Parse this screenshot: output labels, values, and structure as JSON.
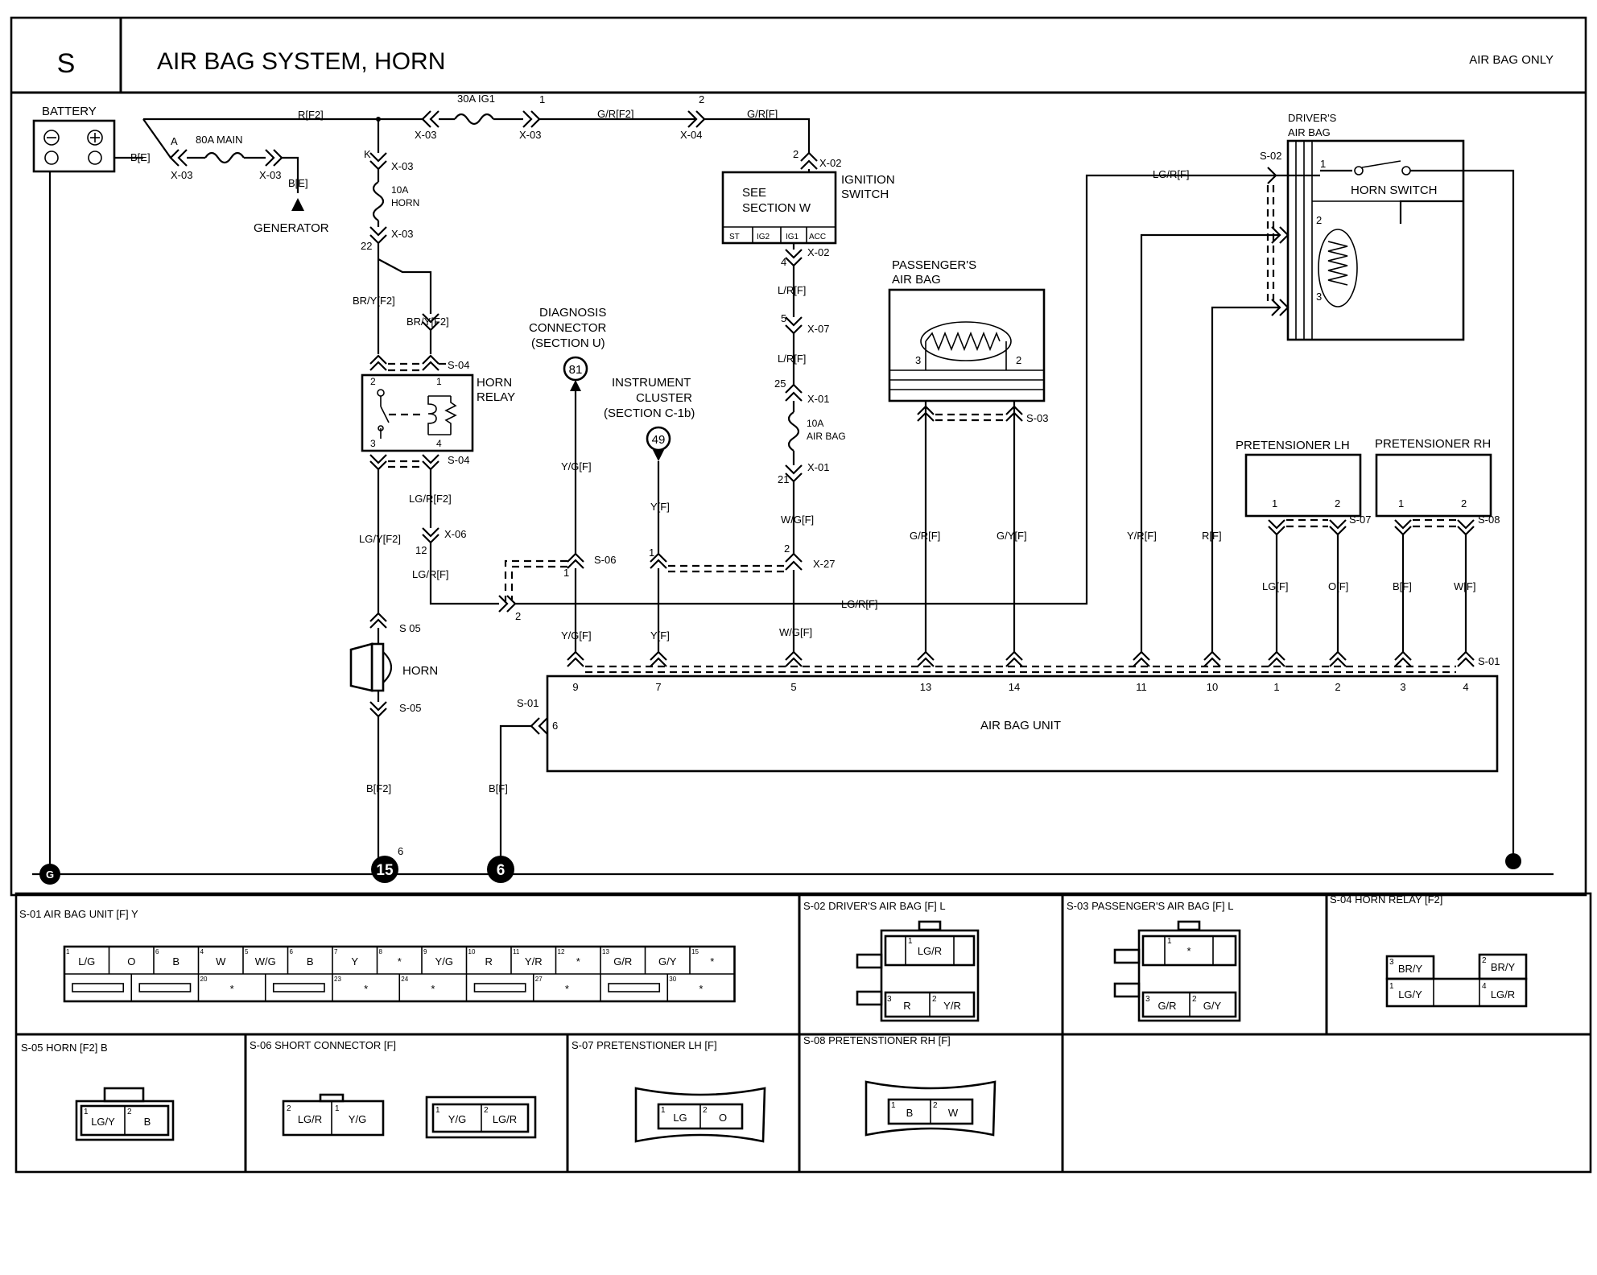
{
  "header": {
    "section_letter": "S",
    "title": "AIR BAG SYSTEM, HORN",
    "note": "AIR BAG ONLY"
  },
  "components": {
    "battery": "BATTERY",
    "generator": "GENERATOR",
    "main_fuse": "80A MAIN",
    "ig1_fuse": "30A IG1",
    "horn_fuse_amp": "10A",
    "horn_fuse_name": "HORN",
    "airbag_fuse_amp": "10A",
    "airbag_fuse_name": "AIR BAG",
    "ignition_switch_1": "IGNITION",
    "ignition_switch_2": "SWITCH",
    "see_section_1": "SEE",
    "see_section_2": "SECTION W",
    "ign_terminals": [
      "ST",
      "IG2",
      "IG1",
      "ACC"
    ],
    "horn_relay_1": "HORN",
    "horn_relay_2": "RELAY",
    "horn": "HORN",
    "diagnosis_1": "DIAGNOSIS",
    "diagnosis_2": "CONNECTOR",
    "diagnosis_3": "(SECTION U)",
    "diag_ref": "81",
    "cluster_1": "INSTRUMENT",
    "cluster_2": "CLUSTER",
    "cluster_3": "(SECTION C-1b)",
    "cluster_ref": "49",
    "passenger_airbag_1": "PASSENGER'S",
    "passenger_airbag_2": "AIR BAG",
    "driver_airbag_1": "DRIVER'S",
    "driver_airbag_2": "AIR BAG",
    "horn_switch": "HORN SWITCH",
    "pretensioner_lh": "PRETENSIONER LH",
    "pretensioner_rh": "PRETENSIONER RH",
    "airbag_unit": "AIR BAG UNIT",
    "ground_g": "G",
    "ground_15": "15",
    "ground_6": "6",
    "ground_15_pin": "6"
  },
  "wires": {
    "r_f2": "R[F2]",
    "b_e": "B[E]",
    "b_e2": "B[E]",
    "gr_f2": "G/R[F2]",
    "gr_f": "G/R[F]",
    "bry_f2_a": "BR/Y[F2]",
    "bry_f2_b": "BR/Y[F2]",
    "lgr_f2": "LG/R[F2]",
    "lgy_f2": "LG/Y[F2]",
    "lgr_f": "LG/R[F]",
    "lgr_f_b": "LG/R[F]",
    "lgr_f_c": "LG/R[F]",
    "yg_f": "Y/G[F]",
    "yg_f_b": "Y/G[F]",
    "y_f": "Y[F]",
    "y_f_b": "Y[F]",
    "lr_f": "L/R[F]",
    "lr_f_b": "L/R[F]",
    "wg_f": "W/G[F]",
    "wg_f_b": "W/G[F]",
    "gr_f_pass": "G/R[F]",
    "gy_f_pass": "G/Y[F]",
    "yr_f": "Y/R[F]",
    "r_f": "R[F]",
    "lg_f": "LG[F]",
    "o_f": "O[F]",
    "b_f": "B[F]",
    "w_f": "W[F]",
    "b_f2": "B[F2]",
    "b_f_gnd": "B[F]"
  },
  "connectors": {
    "x03": "X-03",
    "x04": "X-04",
    "x02": "X-02",
    "x07": "X-07",
    "x01": "X-01",
    "x06": "X-06",
    "x27": "X-27",
    "s01": "S-01",
    "s02": "S-02",
    "s03": "S-03",
    "s04": "S-04",
    "s05": "S 05",
    "s05b": "S-05",
    "s06": "S-06",
    "s07": "S-07",
    "s08": "S-08"
  },
  "pins": {
    "a": "A",
    "k": "K",
    "p1": "1",
    "p2": "2",
    "p22": "22",
    "p4": "4",
    "p5": "5",
    "p25": "25",
    "p21": "21",
    "p12": "12",
    "p3": "3",
    "unit_pins": [
      "9",
      "7",
      "5",
      "13",
      "14",
      "11",
      "10",
      "1",
      "2",
      "3",
      "4"
    ],
    "unit_pin6": "6"
  },
  "views": {
    "s01_title": "S-01 AIR BAG UNIT [F] Y",
    "s01_top": [
      {
        "n": "1",
        "c": "L/G"
      },
      {
        "n": "",
        "c": "O"
      },
      {
        "n": "6",
        "c": "B"
      },
      {
        "n": "4",
        "c": "W"
      },
      {
        "n": "5",
        "c": "W/G"
      },
      {
        "n": "6",
        "c": "B"
      },
      {
        "n": "7",
        "c": "Y"
      },
      {
        "n": "8",
        "c": "*"
      },
      {
        "n": "9",
        "c": "Y/G"
      },
      {
        "n": "10",
        "c": "R"
      },
      {
        "n": "11",
        "c": "Y/R"
      },
      {
        "n": "12",
        "c": "*"
      },
      {
        "n": "13",
        "c": "G/R"
      },
      {
        "n": "",
        "c": "G/Y"
      },
      {
        "n": "15",
        "c": "*"
      }
    ],
    "s01_bottom": [
      {
        "n": "",
        "c": ""
      },
      {
        "n": "",
        "c": ""
      },
      {
        "n": "20",
        "c": "*"
      },
      {
        "n": "",
        "c": ""
      },
      {
        "n": "23",
        "c": "*"
      },
      {
        "n": "24",
        "c": "*"
      },
      {
        "n": "",
        "c": ""
      },
      {
        "n": "27",
        "c": "*"
      },
      {
        "n": "",
        "c": ""
      },
      {
        "n": "30",
        "c": "*"
      }
    ],
    "s02_title": "S-02 DRIVER'S AIR BAG [F] L",
    "s02_cells": [
      "LG/R",
      "R",
      "Y/R"
    ],
    "s02_nums": [
      "1",
      "3",
      "2"
    ],
    "s03_title": "S-03 PASSENGER'S AIR BAG [F] L",
    "s03_cells": [
      "*",
      "G/R",
      "G/Y"
    ],
    "s03_nums": [
      "1",
      "3",
      "2"
    ],
    "s04_title": "S-04 HORN RELAY [F2]",
    "s04_cells": [
      "BR/Y",
      "BR/Y",
      "LG/Y",
      "LG/R"
    ],
    "s04_nums": [
      "3",
      "2",
      "1",
      "4"
    ],
    "s05_title": "S-05 HORN [F2] B",
    "s05_cells": [
      "LG/Y",
      "B"
    ],
    "s05_nums": [
      "1",
      "2"
    ],
    "s06_title": "S-06 SHORT CONNECTOR [F]",
    "s06_a": [
      "LG/R",
      "Y/G"
    ],
    "s06_b": [
      "Y/G",
      "LG/R"
    ],
    "s06_nums_a": [
      "2",
      "1"
    ],
    "s06_nums_b": [
      "1",
      "2"
    ],
    "s07_title": "S-07 PRETENSTIONER LH [F]",
    "s07_cells": [
      "LG",
      "O"
    ],
    "s07_nums": [
      "1",
      "2"
    ],
    "s08_title": "S-08 PRETENSTIONER RH [F]",
    "s08_cells": [
      "B",
      "W"
    ],
    "s08_nums": [
      "1",
      "2"
    ]
  }
}
